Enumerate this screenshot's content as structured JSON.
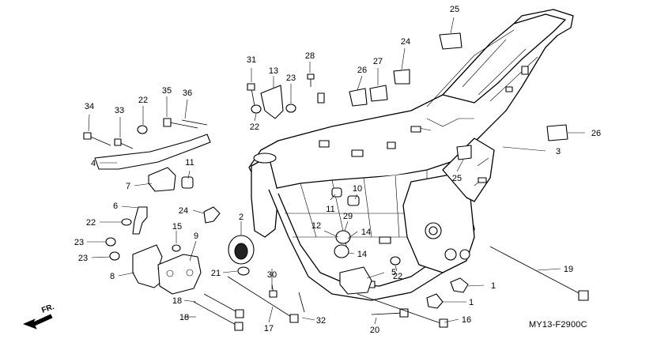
{
  "diagram_code": "MY13-F2900C",
  "direction_label": "FR.",
  "callouts": [
    {
      "id": "c1a",
      "text": "1"
    },
    {
      "id": "c1b",
      "text": "1"
    },
    {
      "id": "c2",
      "text": "2"
    },
    {
      "id": "c3",
      "text": "3"
    },
    {
      "id": "c4",
      "text": "4"
    },
    {
      "id": "c5",
      "text": "5"
    },
    {
      "id": "c6",
      "text": "6"
    },
    {
      "id": "c7",
      "text": "7"
    },
    {
      "id": "c8",
      "text": "8"
    },
    {
      "id": "c9",
      "text": "9"
    },
    {
      "id": "c10",
      "text": "10"
    },
    {
      "id": "c11a",
      "text": "11"
    },
    {
      "id": "c11b",
      "text": "11"
    },
    {
      "id": "c12",
      "text": "12"
    },
    {
      "id": "c13",
      "text": "13"
    },
    {
      "id": "c14a",
      "text": "14"
    },
    {
      "id": "c14b",
      "text": "14"
    },
    {
      "id": "c15",
      "text": "15"
    },
    {
      "id": "c16",
      "text": "16"
    },
    {
      "id": "c17",
      "text": "17"
    },
    {
      "id": "c18a",
      "text": "18"
    },
    {
      "id": "c18b",
      "text": "18"
    },
    {
      "id": "c19",
      "text": "19"
    },
    {
      "id": "c20",
      "text": "20"
    },
    {
      "id": "c21",
      "text": "21"
    },
    {
      "id": "c22a",
      "text": "22"
    },
    {
      "id": "c22b",
      "text": "22"
    },
    {
      "id": "c22c",
      "text": "22"
    },
    {
      "id": "c22d",
      "text": "22"
    },
    {
      "id": "c23a",
      "text": "23"
    },
    {
      "id": "c23b",
      "text": "23"
    },
    {
      "id": "c23c",
      "text": "23"
    },
    {
      "id": "c24a",
      "text": "24"
    },
    {
      "id": "c24b",
      "text": "24"
    },
    {
      "id": "c25a",
      "text": "25"
    },
    {
      "id": "c25b",
      "text": "25"
    },
    {
      "id": "c26a",
      "text": "26"
    },
    {
      "id": "c26b",
      "text": "26"
    },
    {
      "id": "c27",
      "text": "27"
    },
    {
      "id": "c28",
      "text": "28"
    },
    {
      "id": "c29",
      "text": "29"
    },
    {
      "id": "c30",
      "text": "30"
    },
    {
      "id": "c31",
      "text": "31"
    },
    {
      "id": "c32",
      "text": "32"
    },
    {
      "id": "c33",
      "text": "33"
    },
    {
      "id": "c34",
      "text": "34"
    },
    {
      "id": "c35",
      "text": "35"
    },
    {
      "id": "c36",
      "text": "36"
    }
  ]
}
